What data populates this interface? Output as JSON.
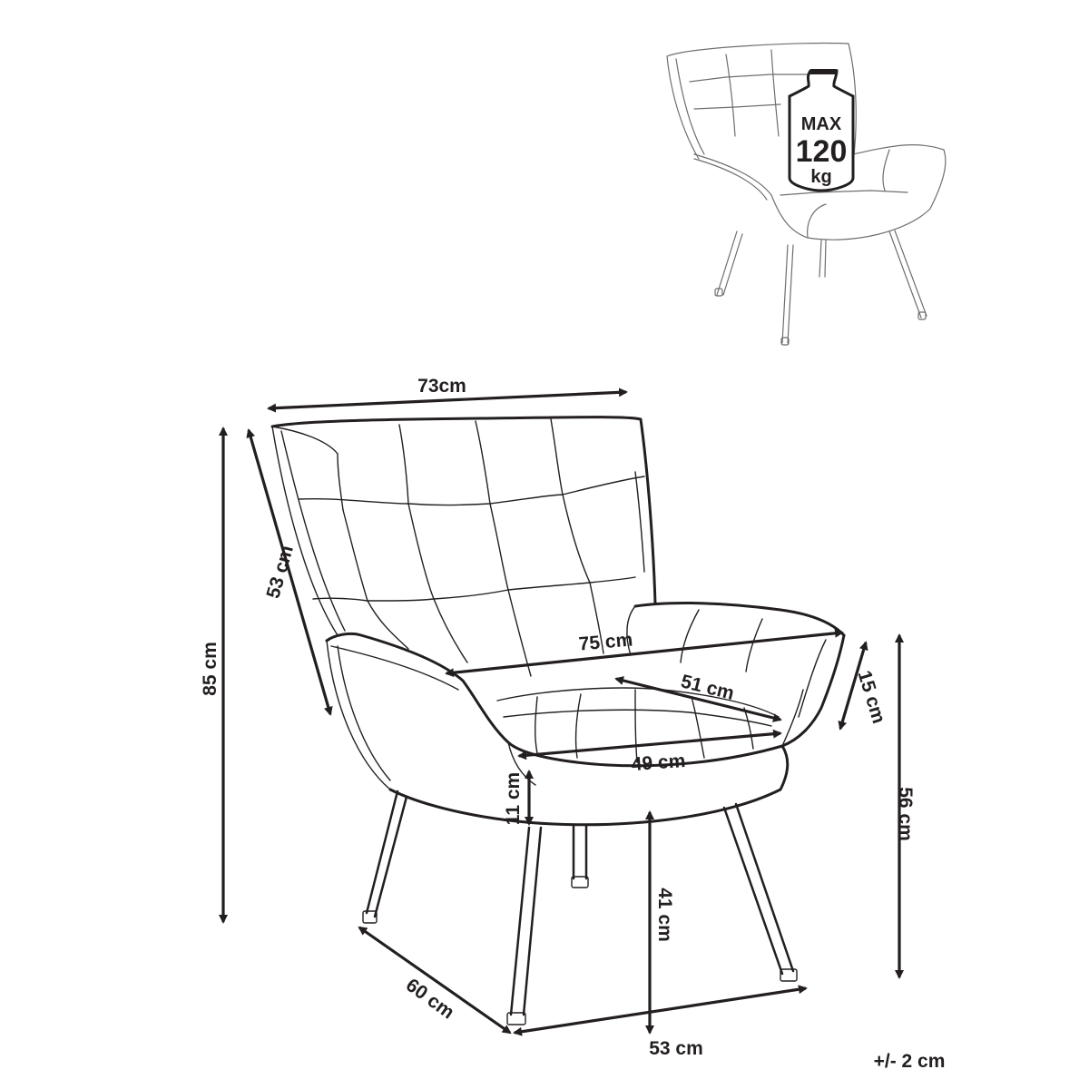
{
  "weight_badge": {
    "line1": "MAX",
    "line2": "120",
    "line3": "kg"
  },
  "dimensions": {
    "overall_width": "73cm",
    "overall_height": "85 cm",
    "backrest_height": "53 cm",
    "armrest_width": "75 cm",
    "seat_depth": "51 cm",
    "armrest_height": "15 cm",
    "seat_width": "49 cm",
    "seat_thickness": "11 cm",
    "arm_height_from_floor": "56 cm",
    "seat_height_from_floor": "41 cm",
    "leg_depth": "60 cm",
    "leg_width": "53 cm"
  },
  "tolerance": "+/- 2 cm"
}
